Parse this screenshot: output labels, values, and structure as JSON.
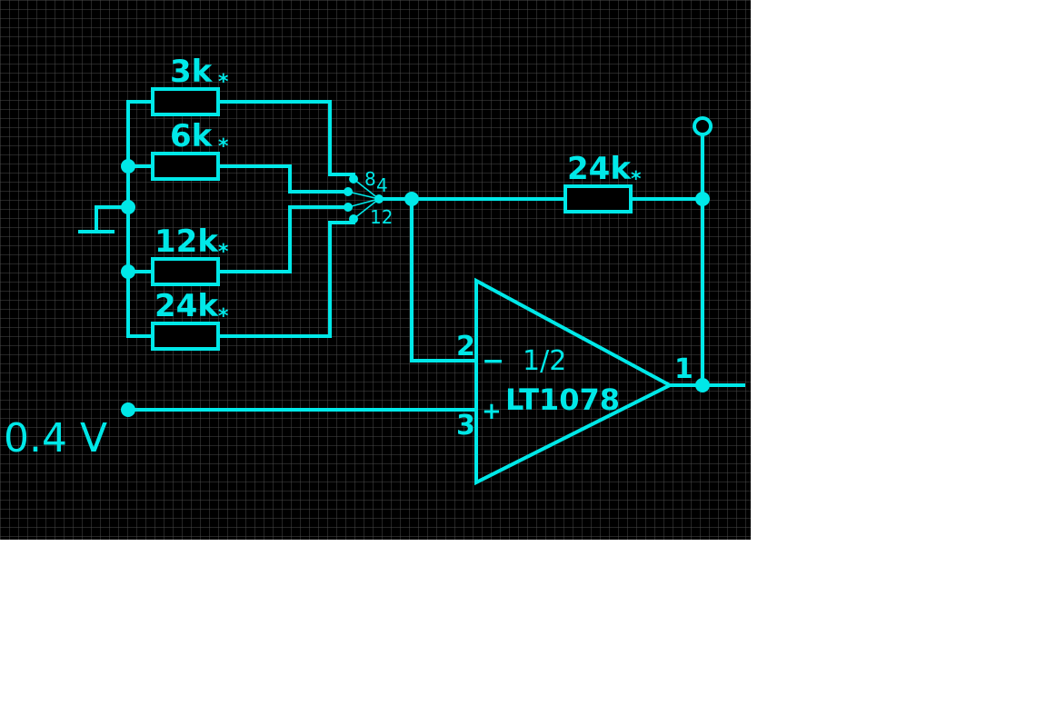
{
  "colors": {
    "background": "#000000",
    "grid": "#5a5a5a",
    "trace": "#00e8e8",
    "page": "#ffffff"
  },
  "input_voltage": "0.4 V",
  "resistors": {
    "r1": {
      "value": "3k"
    },
    "r2": {
      "value": "6k"
    },
    "r3": {
      "value": "12k"
    },
    "r4": {
      "value": "24k"
    },
    "feedback": {
      "value": "24k"
    }
  },
  "marker": "*",
  "switch_positions": {
    "p8": "8",
    "p4": "4",
    "p12": "12"
  },
  "opamp": {
    "section": "1/2",
    "part": "LT1078",
    "inverting_pin": "2",
    "noninverting_pin": "3",
    "output_pin": "1",
    "minus": "−",
    "plus": "+"
  }
}
